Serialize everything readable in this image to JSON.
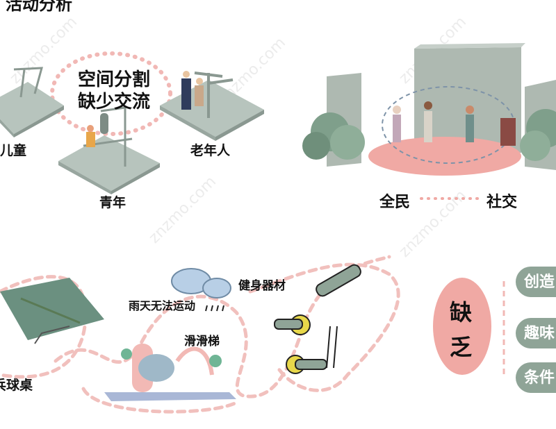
{
  "title": "活动分析",
  "top_left": {
    "center_text_line1": "空间分割",
    "center_text_line2": "缺少交流",
    "groups": [
      "儿童",
      "青年",
      "老年人"
    ]
  },
  "top_right": {
    "left_label": "全民",
    "right_label": "社交"
  },
  "bottom_left": {
    "labels": {
      "table_tennis": "乓球桌",
      "rain": "雨天无法运动",
      "slide": "滑滑梯",
      "fitness": "健身器材"
    }
  },
  "bottom_right": {
    "lack_line1": "缺",
    "lack_line2": "乏",
    "items": [
      "创造",
      "趣味",
      "条件"
    ]
  },
  "watermark": "znzmo.com",
  "colors": {
    "platform": "#b7c4bd",
    "pink": "#f0a9a4",
    "dot": "#f1b8b5",
    "wall": "#aeb9b1",
    "tree": "#7f9f8b",
    "pill": "#8fa497"
  }
}
